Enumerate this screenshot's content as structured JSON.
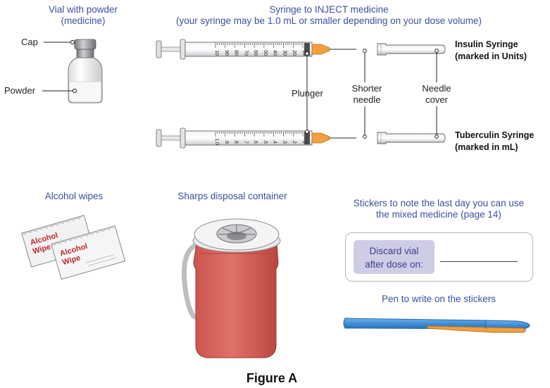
{
  "vial": {
    "title_line1": "Vial with powder",
    "title_line2": "(medicine)",
    "cap_label": "Cap",
    "powder_label": "Powder"
  },
  "syringe": {
    "title_line1": "Syringe to INJECT medicine",
    "title_line2": "(your syringe may be 1.0 mL or smaller depending on your dose volume)",
    "plunger_label": "Plunger",
    "shorter_needle_line1": "Shorter",
    "shorter_needle_line2": "needle",
    "needle_cover_line1": "Needle",
    "needle_cover_line2": "cover",
    "insulin_line1": "Insulin Syringe",
    "insulin_line2": "(marked in Units)",
    "tuberculin_line1": "Tuberculin Syringe",
    "tuberculin_line2": "(marked in mL)",
    "insulin_scale": [
      "10",
      "90",
      "80",
      "70",
      "60",
      "50",
      "40",
      "30",
      "20",
      "10"
    ],
    "tuberculin_scale": [
      "1.0",
      ".9",
      ".8",
      ".7",
      ".6",
      ".5",
      ".4",
      ".3",
      ".2",
      ".1"
    ]
  },
  "wipes": {
    "title": "Alcohol wipes",
    "pack_word1": "Alcohol",
    "pack_word2": "Wipe"
  },
  "sharps": {
    "title": "Sharps disposal container"
  },
  "stickers": {
    "title_line1": "Stickers to note the last day you can use",
    "title_line2": "the mixed medicine (page 14)",
    "label_line1": "Discard vial",
    "label_line2": "after dose on:"
  },
  "pen": {
    "title": "Pen to write on the stickers"
  },
  "caption": "Figure A",
  "colors": {
    "label_blue": "#3d4fa0",
    "needle_hub_orange": "#f0a040",
    "sharps_container_red": "#d9665e",
    "pen_blue": "#3f8ed6",
    "wipe_text_red": "#c0282a",
    "sticker_fill": "#cfcde6"
  }
}
